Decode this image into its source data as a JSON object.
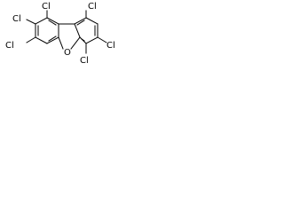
{
  "molecule": {
    "atoms": {
      "cl_top_left": "Cl",
      "cl_left_upper": "Cl",
      "cl_left_lower": "Cl",
      "cl_top_right": "Cl",
      "cl_right": "Cl",
      "cl_bottom_right": "Cl",
      "oxygen": "O"
    }
  },
  "colors": {
    "bond": "#000000",
    "background": "#ffffff"
  }
}
